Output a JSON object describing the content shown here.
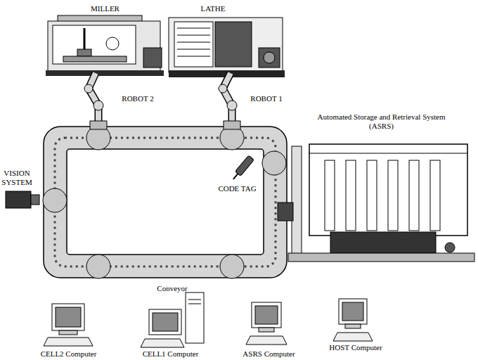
{
  "diagram": {
    "nodes": [
      {
        "text": [
          "MILLER"
        ]
      },
      {
        "text": [
          "LATHE"
        ]
      },
      {
        "text": [
          "ROBOT 2"
        ]
      },
      {
        "text": [
          "ROBOT 1"
        ]
      },
      {
        "text": [
          "Automated Storage and Retrieval System (ASRS)"
        ]
      },
      {
        "text": [
          "VISION SYSTEM"
        ]
      },
      {
        "text": [
          "CODE TAG"
        ]
      },
      {
        "text": [
          "Conveyor"
        ]
      },
      {
        "text": [
          "CELL2 Computer"
        ]
      },
      {
        "text": [
          "CELL1 Computer"
        ]
      },
      {
        "text": [
          "ASRS Computer"
        ]
      },
      {
        "text": [
          "HOST Computer"
        ]
      }
    ]
  }
}
